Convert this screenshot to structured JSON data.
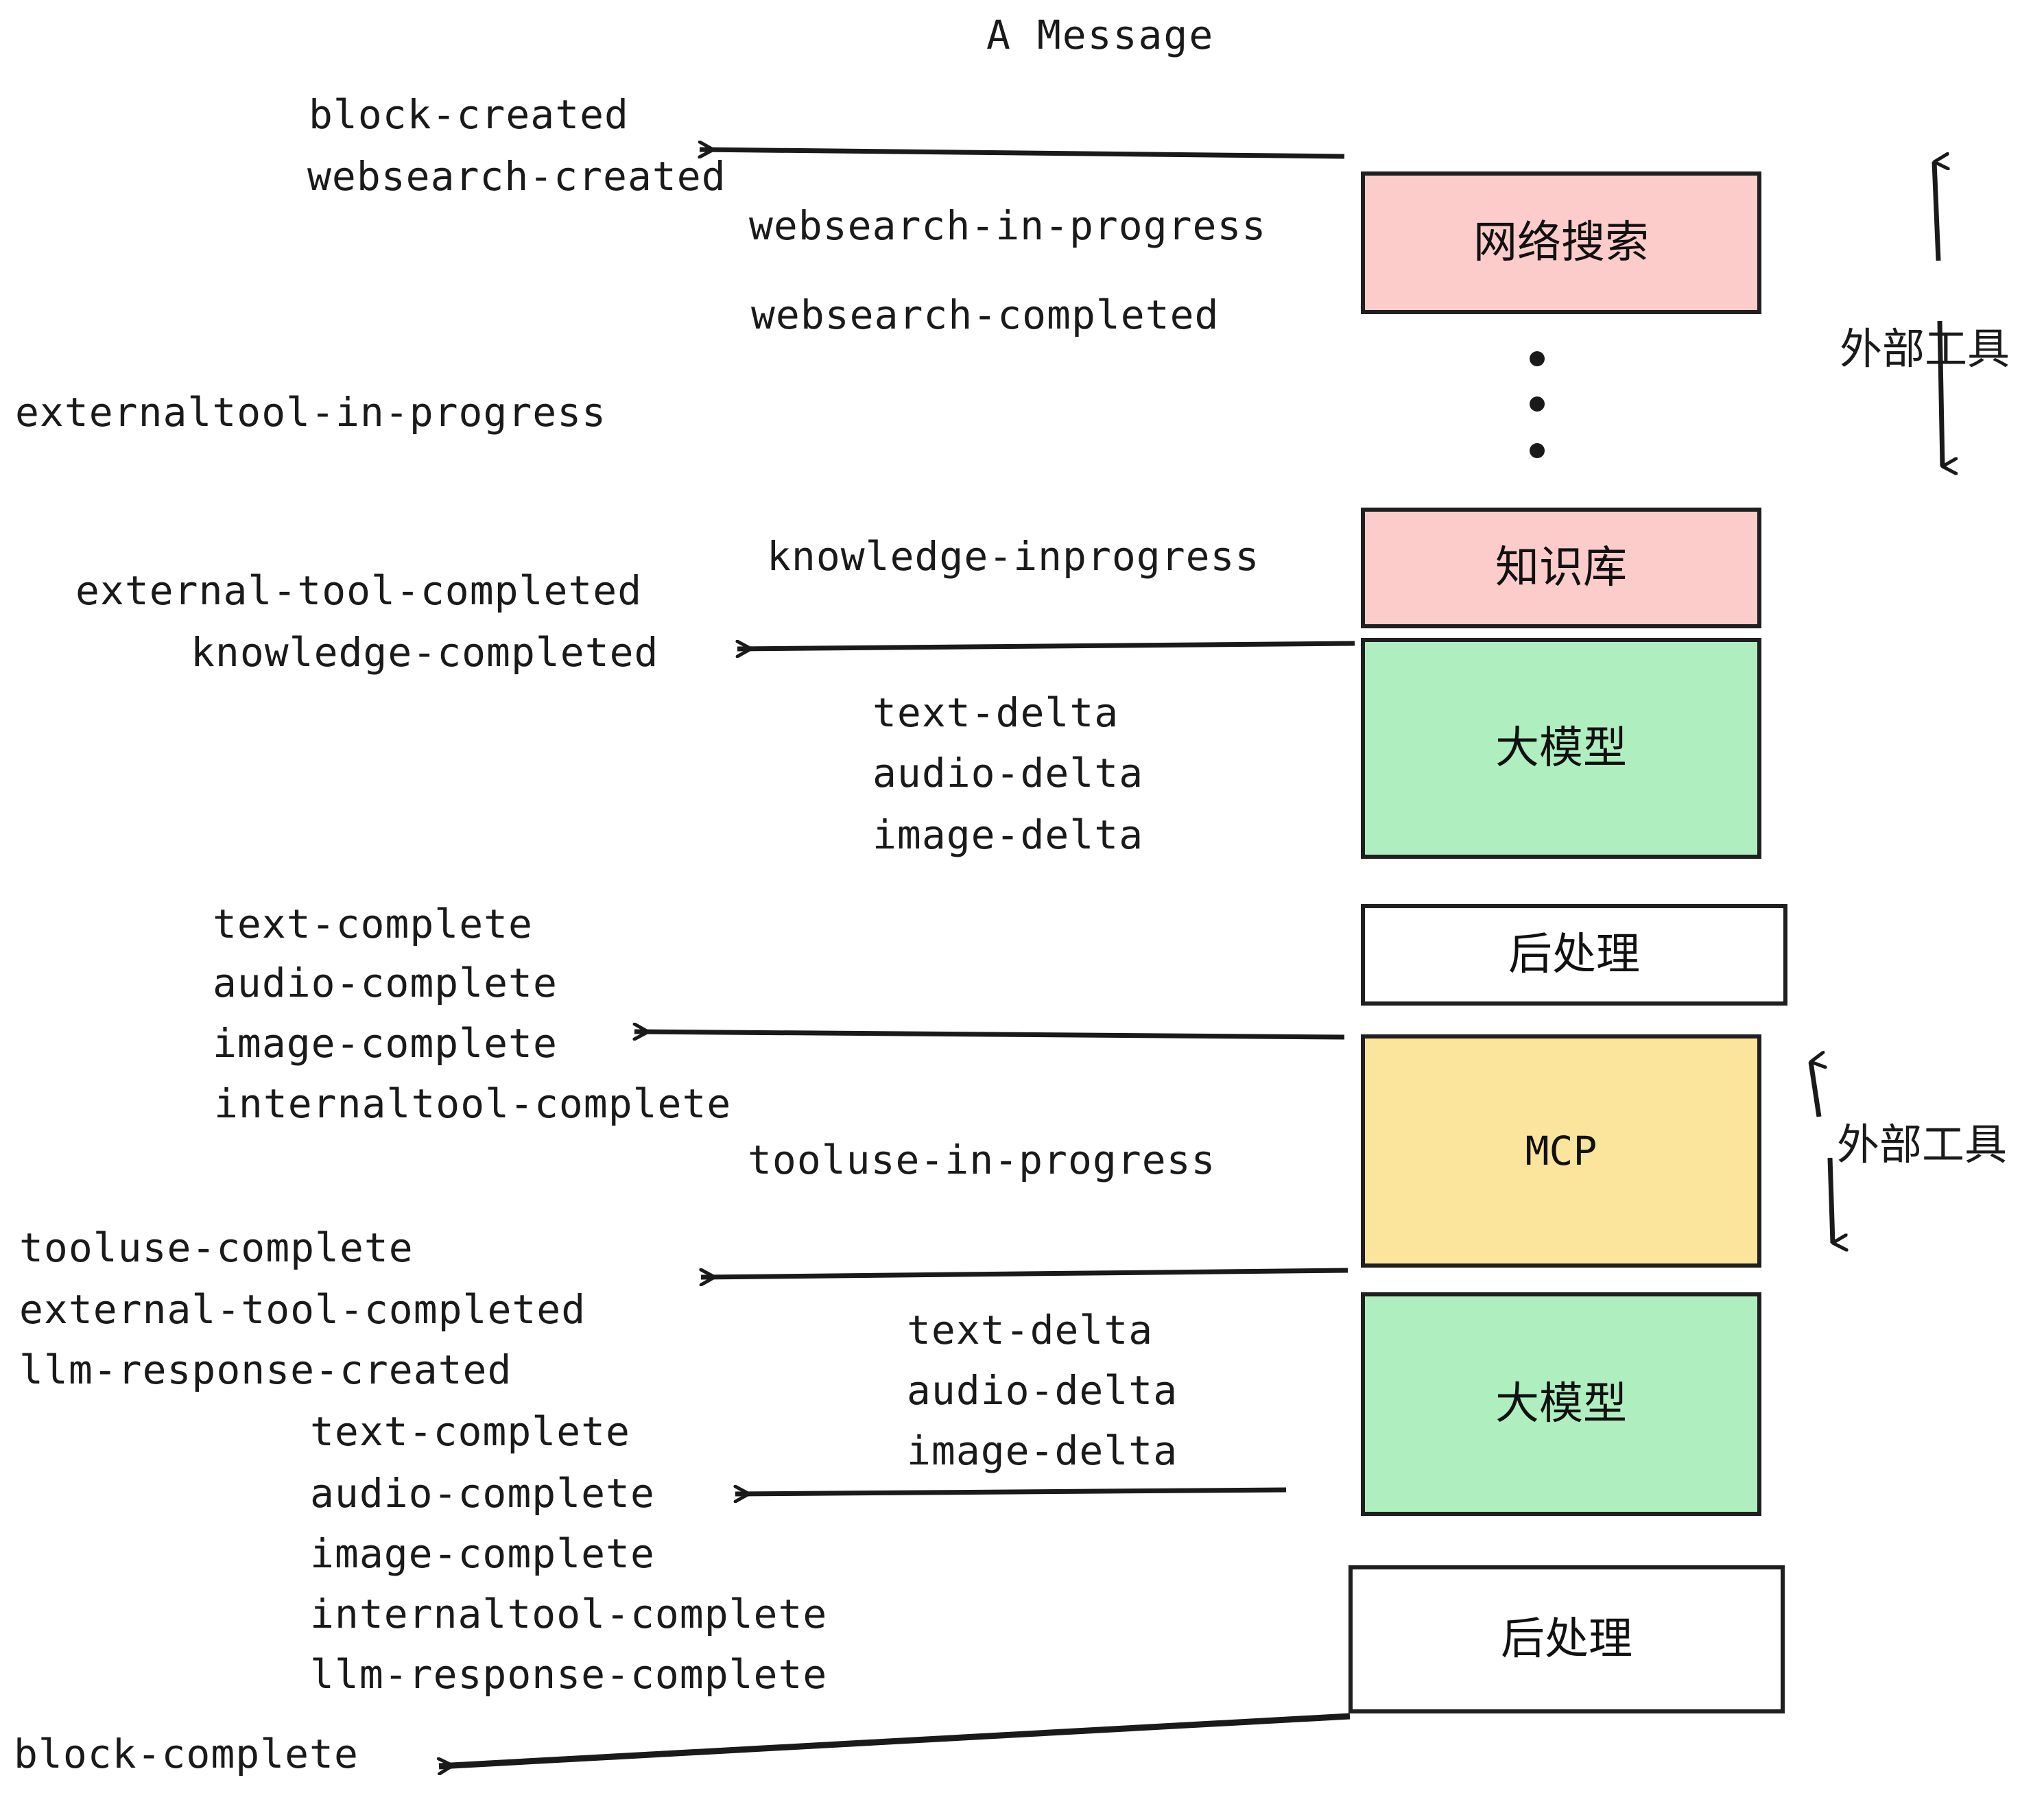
{
  "title": "A Message",
  "colors": {
    "pink": "#FCCCCB",
    "green": "#AFEFBF",
    "yellow": "#FBE49B",
    "white": "#FFFFFF",
    "stroke": "#1F1F1F",
    "text": "#1A1A1A"
  },
  "nodes": [
    {
      "id": "websearch",
      "label": "网络搜索",
      "fill": "#FCCCCB"
    },
    {
      "id": "knowledge",
      "label": "知识库",
      "fill": "#FCCCCB"
    },
    {
      "id": "llm1",
      "label": "大模型",
      "fill": "#AFEFBF"
    },
    {
      "id": "post1",
      "label": "后处理",
      "fill": "#FFFFFF"
    },
    {
      "id": "mcp",
      "label": "MCP",
      "fill": "#FBE49B"
    },
    {
      "id": "llm2",
      "label": "大模型",
      "fill": "#AFEFBF"
    },
    {
      "id": "post2",
      "label": "后处理",
      "fill": "#FFFFFF"
    }
  ],
  "group_labels": [
    {
      "id": "external-tools-top",
      "label": "外部工具"
    },
    {
      "id": "external-tools-bottom",
      "label": "外部工具"
    }
  ],
  "events": [
    {
      "id": "block-created",
      "label": "block-created"
    },
    {
      "id": "websearch-created",
      "label": "websearch-created"
    },
    {
      "id": "websearch-in-progress",
      "label": "websearch-in-progress"
    },
    {
      "id": "websearch-completed",
      "label": "websearch-completed"
    },
    {
      "id": "externaltool-in-progress",
      "label": "externaltool-in-progress"
    },
    {
      "id": "knowledge-inprogress",
      "label": "knowledge-inprogress"
    },
    {
      "id": "external-tool-completed-1",
      "label": "external-tool-completed"
    },
    {
      "id": "knowledge-completed",
      "label": "knowledge-completed"
    },
    {
      "id": "text-delta-1",
      "label": "text-delta"
    },
    {
      "id": "audio-delta-1",
      "label": "audio-delta"
    },
    {
      "id": "image-delta-1",
      "label": "image-delta"
    },
    {
      "id": "text-complete-1",
      "label": "text-complete"
    },
    {
      "id": "audio-complete-1",
      "label": "audio-complete"
    },
    {
      "id": "image-complete-1",
      "label": "image-complete"
    },
    {
      "id": "internaltool-complete-1",
      "label": "internaltool-complete"
    },
    {
      "id": "tooluse-in-progress",
      "label": "tooluse-in-progress"
    },
    {
      "id": "tooluse-complete",
      "label": "tooluse-complete"
    },
    {
      "id": "external-tool-completed-2",
      "label": "external-tool-completed"
    },
    {
      "id": "llm-response-created",
      "label": "llm-response-created"
    },
    {
      "id": "text-delta-2",
      "label": "text-delta"
    },
    {
      "id": "audio-delta-2",
      "label": "audio-delta"
    },
    {
      "id": "image-delta-2",
      "label": "image-delta"
    },
    {
      "id": "text-complete-2",
      "label": "text-complete"
    },
    {
      "id": "audio-complete-2",
      "label": "audio-complete"
    },
    {
      "id": "image-complete-2",
      "label": "image-complete"
    },
    {
      "id": "internaltool-complete-2",
      "label": "internaltool-complete"
    },
    {
      "id": "llm-response-complete",
      "label": "llm-response-complete"
    },
    {
      "id": "block-complete",
      "label": "block-complete"
    }
  ]
}
